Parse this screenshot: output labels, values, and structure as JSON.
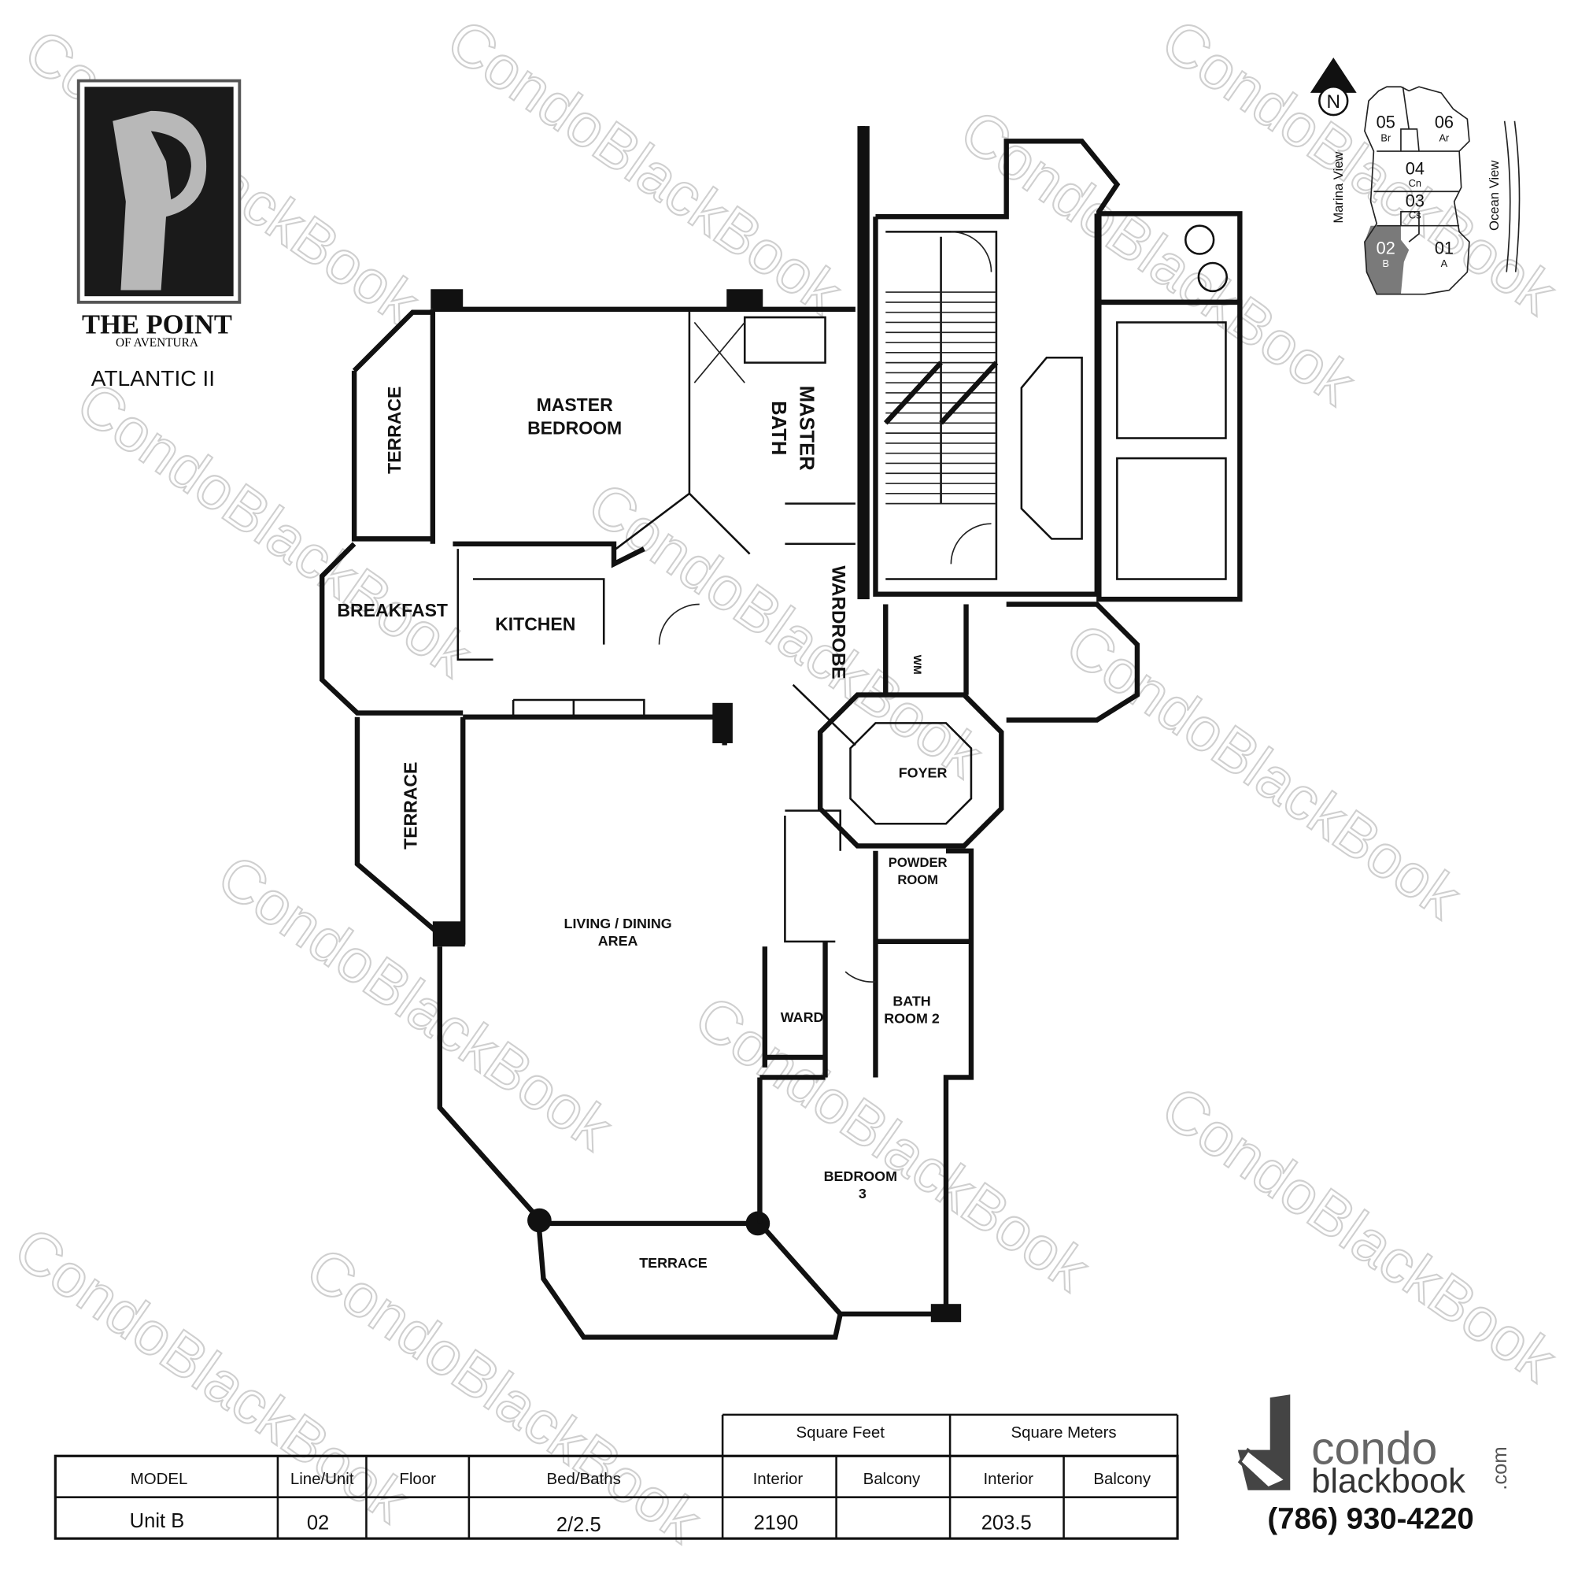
{
  "logo": {
    "brand": "THE POINT",
    "sub": "OF AVENTURA",
    "building": "ATLANTIC II"
  },
  "keyplan": {
    "north": "N",
    "left_view": "Marina View",
    "right_view": "Ocean View",
    "units": [
      {
        "num": "05",
        "model": "Br"
      },
      {
        "num": "06",
        "model": "Ar"
      },
      {
        "num": "04",
        "model": "Cn"
      },
      {
        "num": "03",
        "model": "Cs"
      },
      {
        "num": "02",
        "model": "B"
      },
      {
        "num": "01",
        "model": "A"
      }
    ],
    "highlight_color": "#7a7a7a"
  },
  "rooms": {
    "master_bedroom": [
      "MASTER",
      "BEDROOM"
    ],
    "master_bath": [
      "MASTER",
      "BATH"
    ],
    "terrace_top": "TERRACE",
    "breakfast": "BREAKFAST",
    "kitchen": "KITCHEN",
    "wardrobe": "WARDROBE",
    "wm": "WM",
    "terrace_left": "TERRACE",
    "foyer": "FOYER",
    "powder_room": [
      "POWDER",
      "ROOM"
    ],
    "living": [
      "LIVING / DINING",
      "AREA"
    ],
    "ward": "WARD",
    "bath2": [
      "BATH",
      "ROOM 2"
    ],
    "bedroom3": [
      "BEDROOM",
      "3"
    ],
    "terrace_bottom": "TERRACE"
  },
  "table": {
    "group_headers": [
      "Square Feet",
      "Square Meters"
    ],
    "headers": [
      "MODEL",
      "Line/Unit",
      "Floor",
      "Bed/Baths",
      "Interior",
      "Balcony",
      "Interior",
      "Balcony"
    ],
    "row": [
      "Unit B",
      "02",
      "",
      "2/2.5",
      "2190",
      "",
      "203.5",
      ""
    ]
  },
  "brand": {
    "line1": "condo",
    "line2": "blackbook",
    "suffix": ".com",
    "phone": "(786) 930-4220"
  },
  "watermark": "CondoBlackBook"
}
